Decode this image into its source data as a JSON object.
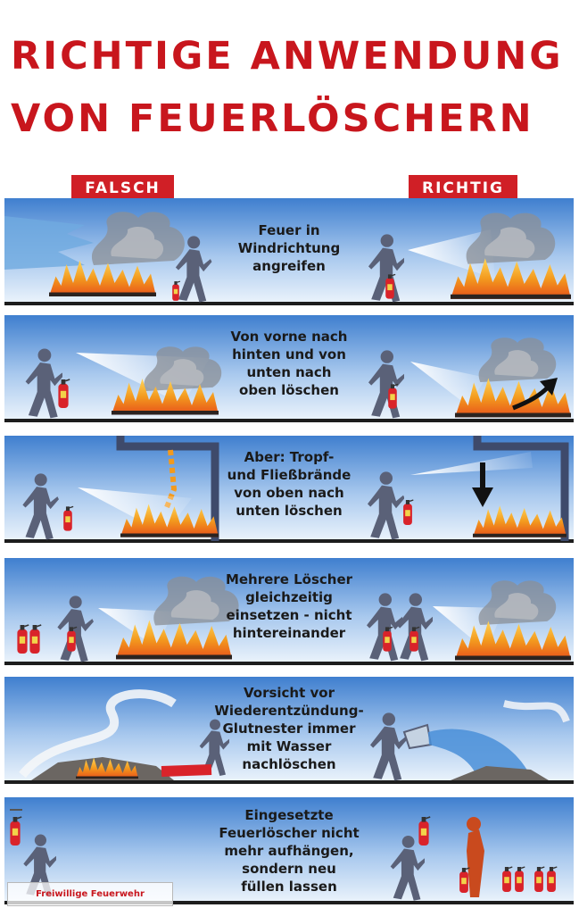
{
  "title": {
    "line1": "RICHTIGE ANWENDUNG",
    "line2": "VON FEUERLÖSCHERN"
  },
  "labels": {
    "wrong": "FALSCH",
    "right": "RICHTIG"
  },
  "panels": [
    {
      "lines": [
        "Feuer in",
        "Windrichtung",
        "angreifen"
      ]
    },
    {
      "lines": [
        "Von vorne nach",
        "hinten und von",
        "unten nach",
        "oben löschen"
      ]
    },
    {
      "lines": [
        "Aber: Tropf-",
        "und Fließbrände",
        "von oben nach",
        "unten löschen"
      ]
    },
    {
      "lines": [
        "Mehrere Löscher",
        "gleichzeitig",
        "einsetzen - nicht",
        "hintereinander"
      ]
    },
    {
      "lines": [
        "Vorsicht vor",
        "Wiederentzündung-",
        "Glutnester immer",
        "mit Wasser",
        "nachlöschen"
      ]
    },
    {
      "lines": [
        "Eingesetzte",
        "Feuerlöscher nicht",
        "mehr aufhängen,",
        "sondern neu",
        "füllen lassen"
      ]
    }
  ],
  "footer": {
    "label": "Freiwillige Feuerwehr"
  },
  "colors": {
    "accent": "#c8161d",
    "sky_top": "#3f7fcf",
    "sky_bottom": "#e4effa",
    "figure": "#5a6178",
    "extinguisher": "#d9232a",
    "fire": "#f39a1e"
  }
}
